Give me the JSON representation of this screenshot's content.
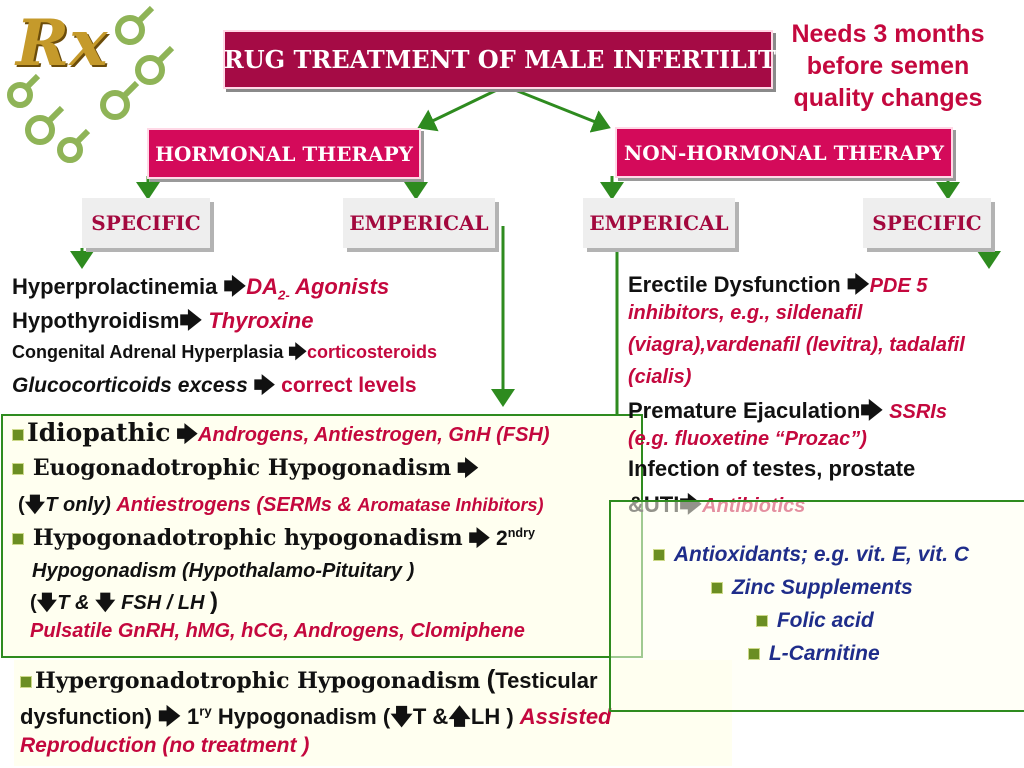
{
  "title": "DRUG TREATMENT OF MALE INFERTILITY",
  "note": [
    "Needs 3 months",
    "before  semen",
    "quality  changes"
  ],
  "rx_logo": "Rx",
  "colors": {
    "title_bg": "#a50b45",
    "header_bg": "#d40a5a",
    "accent_red": "#c4083e",
    "navy": "#1f2d8a",
    "green_line": "#2e8b1f",
    "olive_bullet": "#6b8e23"
  },
  "arrow_glyph": "🡆",
  "down_glyph": "🡇",
  "up_glyph": "🡅",
  "hormonal": {
    "label": "HORMONAL THERAPY",
    "specific_label": "SPECIFIC",
    "emperical_label": "EMPERICAL",
    "specific_items": [
      {
        "condition": "Hyperprolactinemia",
        "treatment": "DA",
        "treatment_sub": "2-",
        "treatment_rest": " Agonists"
      },
      {
        "condition": "Hypothyroidism",
        "treatment": "Thyroxine"
      },
      {
        "condition": "Congenital Adrenal Hyperplasia",
        "treatment": "corticosteroids"
      },
      {
        "condition": "Glucocorticoids excess",
        "treatment": "correct levels"
      }
    ],
    "emperical": {
      "idiopathic": {
        "label": "Idiopathic",
        "treatment": "Androgens, Antiestrogen, GnH (FSH)"
      },
      "eugonadotrophic": {
        "label": "Euogonadotrophic  Hypogonadism",
        "cond_open": "(",
        "cond_mid": "T only)",
        "treatment": "Antiestrogens (SERMs & ",
        "treatment_small": "Aromatase Inhibitors)"
      },
      "hypogonadotrophic": {
        "label": "Hypogonadotrophic hypogonadism",
        "degree": "2",
        "degree_sup": "ndry",
        "line2": "Hypogonadism (Hypothalamo-Pituitary )",
        "line3_open": "(",
        "line3_a": "T &",
        "line3_b": "FSH / LH",
        "line3_close": ")",
        "treatment": "Pulsatile GnRH, hMG, hCG, Androgens, Clomiphene"
      }
    },
    "hypergonadotrophic": {
      "label": "Hypergonadotrophic  Hypogonadism",
      "paren": "(",
      "l1_rest": "Testicular",
      "l2a": "dysfunction)",
      "l2b": "1",
      "l2b_sup": "ry",
      "l2c": "Hypogonadism",
      "l2d": "(",
      "l2e": "T &",
      "l2f": "LH )",
      "treatment_a": "Assisted",
      "treatment_b": "Reproduction (no treatment )"
    }
  },
  "non_hormonal": {
    "label": "NON-HORMONAL THERAPY",
    "emperical_label": "EMPERICAL",
    "specific_label": "SPECIFIC",
    "specific_items": [
      {
        "condition": "Erectile Dysfunction",
        "treatment_lines": [
          "PDE 5",
          "inhibitors, e.g., sildenafil",
          "(viagra),vardenafil (levitra), tadalafil",
          "(cialis)"
        ]
      },
      {
        "condition": "Premature Ejaculation",
        "treatment_lines": [
          "SSRIs",
          "(e.g. fluoxetine “Prozac”)"
        ]
      },
      {
        "condition_lines": [
          "Infection of testes, prostate",
          "&UTI"
        ],
        "treatment": "Antibiotics"
      }
    ],
    "emperical_items": [
      "Antioxidants; e.g. vit. E, vit. C",
      "Zinc Supplements",
      "Folic acid",
      "L-Carnitine"
    ]
  }
}
